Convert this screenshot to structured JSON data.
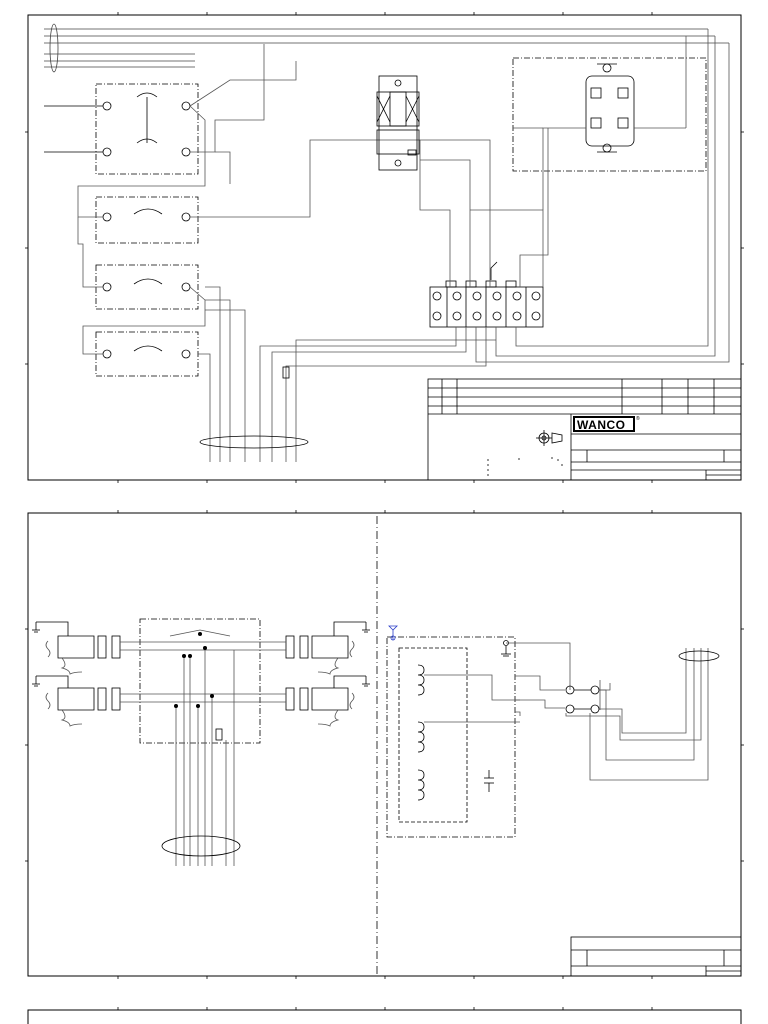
{
  "document": {
    "sheets": [
      "sheet-1",
      "sheet-2",
      "sheet-3"
    ]
  },
  "title_block": {
    "brand_logo_text": "WANCO",
    "registered_mark": "®"
  },
  "colors": {
    "line": "#000000",
    "wire": "#555555",
    "accent": "#2b3ec9"
  },
  "icons": {
    "ground": "ground-icon",
    "receptacle": "receptacle-icon",
    "switch": "switch-icon",
    "terminal_block": "terminal-block-icon",
    "transformer_coil": "transformer-coil-icon",
    "capacitor": "capacitor-icon",
    "fuse": "fuse-icon"
  }
}
